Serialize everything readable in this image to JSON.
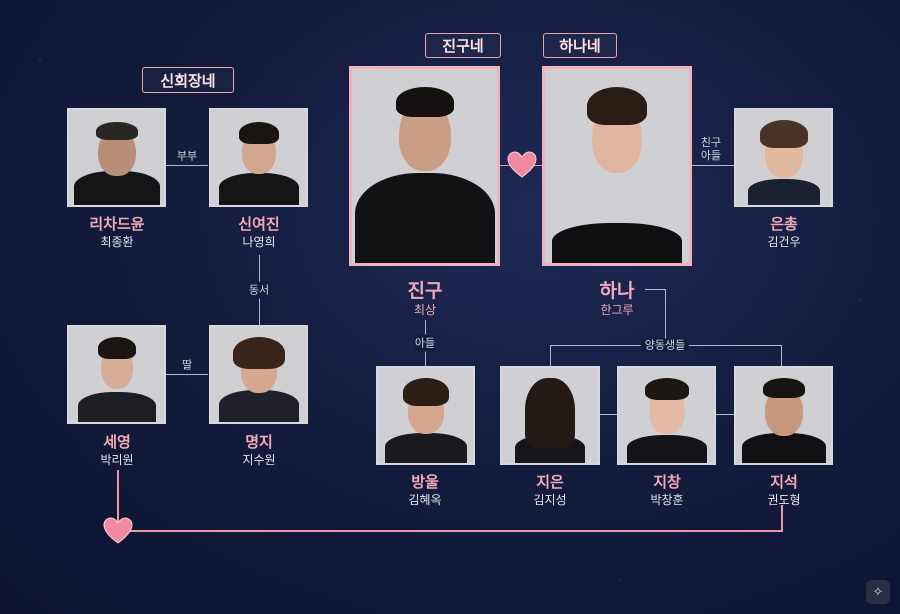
{
  "groups": {
    "shinhoejang": "신회장네",
    "jingu": "진구네",
    "hana": "하나네"
  },
  "relations": {
    "couple": "부부",
    "son_in_law": "동서",
    "daughter": "딸",
    "son": "아들",
    "jingu_son_line1": "친구",
    "jingu_son_line2": "아들",
    "adopted_siblings": "양동생들"
  },
  "people": {
    "richard": {
      "role": "리차드윤",
      "actor": "최종환"
    },
    "yeojin": {
      "role": "신여진",
      "actor": "나영희"
    },
    "seyoung": {
      "role": "세영",
      "actor": "박리원"
    },
    "myungji": {
      "role": "명지",
      "actor": "지수원"
    },
    "jingu": {
      "role": "진구",
      "actor": "최상"
    },
    "hana": {
      "role": "하나",
      "actor": "한그루"
    },
    "eunchong": {
      "role": "은총",
      "actor": "김건우"
    },
    "bangul": {
      "role": "방울",
      "actor": "김혜옥"
    },
    "jieun": {
      "role": "지은",
      "actor": "김지성"
    },
    "jichang": {
      "role": "지창",
      "actor": "박창훈"
    },
    "jiseok": {
      "role": "지석",
      "actor": "권도형"
    }
  },
  "colors": {
    "accent_pink": "#f4a9b8",
    "heart": "#f08aa2",
    "background": "#141c3e"
  },
  "icons": {
    "heart": "heart-icon",
    "corner_button": "magic-wand-icon"
  }
}
